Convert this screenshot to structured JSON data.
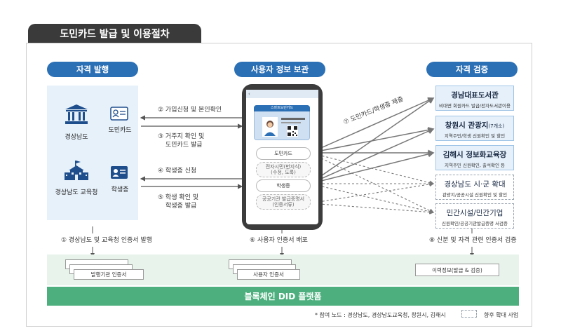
{
  "title": "도민카드 발급 및 이용절차",
  "columns": {
    "issue": "자격 발행",
    "store": "사용자 정보 보관",
    "verify": "자격 검증"
  },
  "issuers": {
    "gyeongnam": "경상남도",
    "domin_card": "도민카드",
    "edu_office": "경상남도 교육청",
    "student_id": "학생증"
  },
  "steps": {
    "s1": "① 경상남도 및 교육청 인증서 발행",
    "s2": "② 가입신청 및 본인확인",
    "s3_l1": "③ 거주지 확인 및",
    "s3_l2": "도민카드 발급",
    "s4": "④ 학생증 신청",
    "s5_l1": "⑤ 학생 확인 및",
    "s5_l2": "학생증 발급",
    "s6": "⑥ 사용자 인증서 배포",
    "s7": "⑦ 도민카드/학생증 제출",
    "s8": "⑧ 신분 및 자격 관련 인증서 검증"
  },
  "phone": {
    "card_header": "스마트도민카드",
    "chip_domin": "도민카드",
    "chip_residence_l1": "전자시민(번지식)",
    "chip_residence_l2": "(수정, 도록)",
    "chip_student": "학생증",
    "chip_public_l1": "공공기관 발급증명서",
    "chip_public_l2": "(인증서류)"
  },
  "verifiers": [
    {
      "title": "경남대표도서관",
      "sub": "비대면 회원카드 발급/전자도서관이용",
      "future": false
    },
    {
      "title": "창원시 관광지",
      "title_suffix": "(7개소)",
      "sub": "지역주민/학생 신원확인 및 할인",
      "future": false
    },
    {
      "title": "김해시 정보화교육장",
      "sub": "지역주민 신원확인, 출석확인 등",
      "future": false
    },
    {
      "title": "경상남도 시·군 확대",
      "sub": "관광지/공공시설 신원확인 및 할인",
      "future": true
    },
    {
      "title": "민간시설/민간기업",
      "sub": "신원확인/공공기관발급증명 서검증",
      "future": true
    }
  ],
  "ledger": {
    "issuer_cards": [
      "발행기관 인증서"
    ],
    "user_cards": [
      "사용자 인증서"
    ],
    "history_card": "이력정보(발급 & 검증)",
    "platform": "블록체인 DID 플랫폼"
  },
  "footnote": {
    "nodes": "* 참여 노드 : 경상남도, 경상남도교육청, 창원시, 김해시",
    "future_legend": "향후 확대 사업"
  },
  "colors": {
    "accent": "#2b6fb5",
    "platform": "#4caf7d",
    "light_panel": "#e7f1fa",
    "ledger_panel": "#e8f3ec"
  }
}
